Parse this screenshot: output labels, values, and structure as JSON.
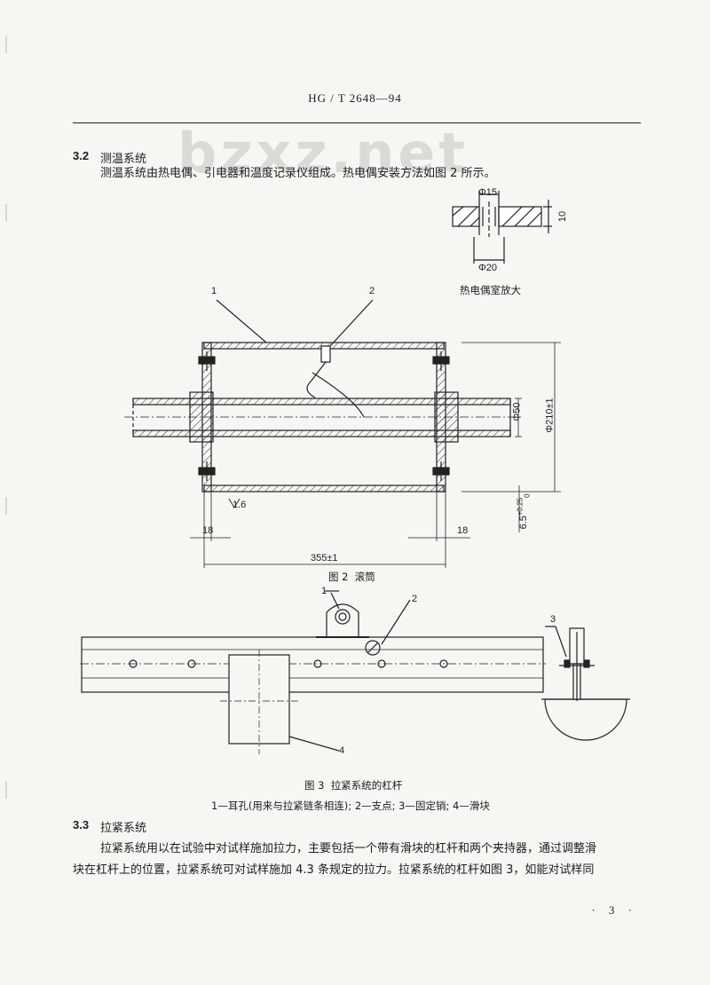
{
  "header": {
    "standard": "HG / T  2648—94"
  },
  "watermark": "bzxz.net",
  "section_3_2": {
    "number": "3.2",
    "title": "测温系统",
    "text": "测温系统由热电偶、引电器和温度记录仪组成。热电偶安装方法如图 2 所示。"
  },
  "detail": {
    "label_top": "Φ15",
    "label_bottom": "Φ20",
    "label_side": "10",
    "caption": "热电偶室放大"
  },
  "figure2": {
    "callout_1": "1",
    "callout_2": "2",
    "dim_shaft": "Φ50",
    "dim_drum": "Φ210±1",
    "dim_wall": "6.5",
    "dim_wall_tol": "+0.25",
    "dim_wall_tol2": "0",
    "dim_left": "18",
    "dim_right": "18",
    "dim_length": "355±1",
    "roughness": "1.6",
    "caption_num": "图 2",
    "caption_title": "滚筒"
  },
  "figure3": {
    "callout_1": "1",
    "callout_2": "2",
    "callout_3": "3",
    "callout_4": "4",
    "caption_num": "图 3",
    "caption_title": "拉紧系统的杠杆",
    "legend": "1—耳孔(用来与拉紧链条相连); 2—支点; 3—固定销; 4—滑块"
  },
  "section_3_3": {
    "number": "3.3",
    "title": "拉紧系统",
    "line1": "拉紧系统用以在试验中对试样施加拉力，主要包括一个带有滑块的杠杆和两个夹持器，通过调整滑",
    "line2": "块在杠杆上的位置，拉紧系统可对试样施加 4.3 条规定的拉力。拉紧系统的杠杆如图 3，如能对试样同"
  },
  "page_number": "· 3 ·"
}
